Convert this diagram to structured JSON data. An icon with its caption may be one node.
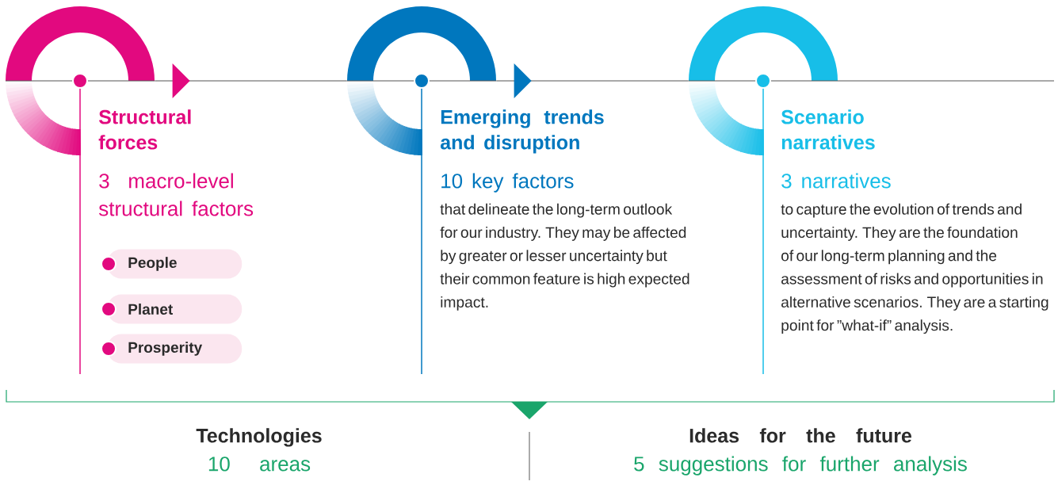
{
  "diagram": {
    "nodes": [
      {
        "text": [],
        "shape": "circle"
      },
      {
        "text": [
          "Structural forces",
          "3 macro-level structural factors"
        ]
      },
      {
        "text": [
          "People"
        ]
      },
      {
        "text": [
          "Planet"
        ]
      },
      {
        "text": [
          "Prosperity"
        ]
      },
      {
        "text": [],
        "shape": "circle"
      },
      {
        "text": [
          "Emerging trends and disruption",
          "10 key factors",
          "that delineate the long-term outlook for our industry. They may be affected by greater or lesser uncertainty but their common feature is high expected impact."
        ]
      },
      {
        "text": [],
        "shape": "circle"
      },
      {
        "text": [
          "Scenario narratives",
          "3 narratives",
          "to capture the evolution of trends and uncertainty. They are the foundation of our long-term planning and the assessment of risks and opportunities in alternative scenarios. They are a starting point for ”what-if” analysis."
        ]
      },
      {
        "text": [
          "Technologies",
          "10 areas"
        ]
      },
      {
        "text": [
          "Ideas for the future",
          "5 suggestions for further analysis"
        ]
      }
    ],
    "edges": [
      {
        "from": 0,
        "to": 5,
        "arrow": "to"
      },
      {
        "from": 5,
        "to": 7,
        "arrow": "to"
      }
    ]
  }
}
